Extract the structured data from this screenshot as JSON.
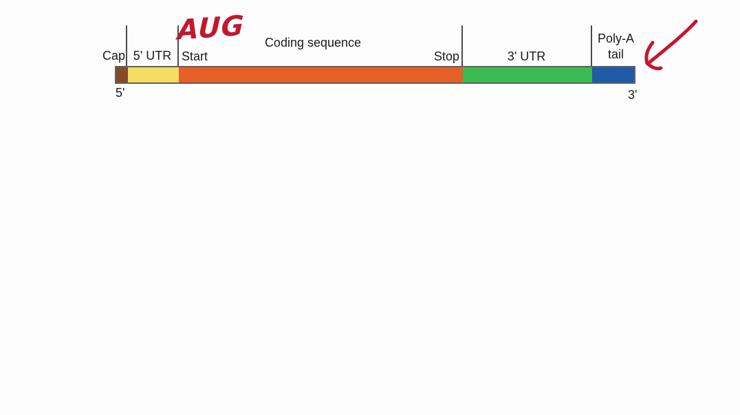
{
  "canvas": {
    "background": "#fdfdfd",
    "text_color": "#1a1a1a"
  },
  "mrna": {
    "segments": [
      {
        "id": "cap",
        "label": "Cap",
        "color": "#87492a"
      },
      {
        "id": "utr5",
        "label": "5' UTR",
        "color": "#f3de62"
      },
      {
        "id": "coding",
        "label": "Coding sequence",
        "color": "#e55f27"
      },
      {
        "id": "utr3",
        "label": "3' UTR",
        "color": "#3abc52"
      },
      {
        "id": "polya",
        "label_top": "Poly-A",
        "label_bottom": "tail",
        "color": "#1f5ba6"
      }
    ],
    "codons": {
      "start_label": "Start",
      "stop_label": "Stop"
    },
    "ends": {
      "five_prime_label": "5'",
      "three_prime_label": "3'"
    }
  },
  "annotations": {
    "aug_text": "AUG",
    "ink_color": "#c2182e"
  }
}
